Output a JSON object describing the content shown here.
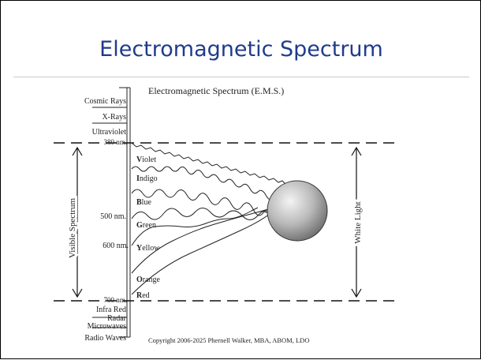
{
  "slide": {
    "title": "Electromagnetic Spectrum"
  },
  "diagram": {
    "heading": "Electromagnetic Spectrum (E.M.S.)",
    "top_bands": [
      "Cosmic Rays",
      "X-Rays",
      "Ultraviolet"
    ],
    "bottom_bands": [
      "Infra Red",
      "Radar",
      "Microwaves",
      "Radio Waves"
    ],
    "upper_marker": "380 nm.",
    "lower_marker": "700 nm.",
    "mid_marker_500": "500 nm.",
    "mid_marker_600": "600 nm.",
    "colors": [
      {
        "initial": "V",
        "rest": "iolet"
      },
      {
        "initial": "I",
        "rest": "ndigo"
      },
      {
        "initial": "B",
        "rest": "lue"
      },
      {
        "initial": "G",
        "rest": "reen"
      },
      {
        "initial": "Y",
        "rest": "ellow"
      },
      {
        "initial": "O",
        "rest": "range"
      },
      {
        "initial": "R",
        "rest": "ed"
      }
    ],
    "visible_label": "Visible Spectrum",
    "white_label": "White Light",
    "copyright": "Copyright 2006-2025 Phernell Walker, MBA, ABOM, LDO"
  }
}
